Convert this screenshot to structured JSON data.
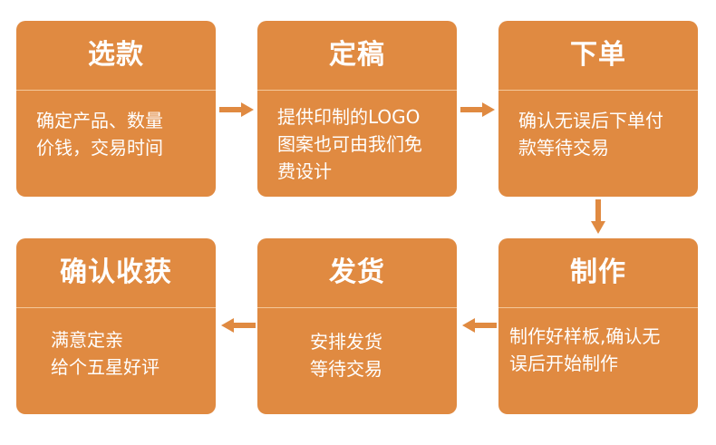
{
  "steps": [
    {
      "title": "选款",
      "desc": [
        "确定产品、数量",
        "价钱，交易时间"
      ]
    },
    {
      "title": "定稿",
      "desc": [
        "提供印制的LOGO",
        "图案也可由我们免",
        "费设计"
      ]
    },
    {
      "title": "下单",
      "desc": [
        "确认无误后下单付",
        "款等待交易"
      ]
    },
    {
      "title": "制作",
      "desc": [
        "制作好样板,确认无",
        "误后开始制作"
      ]
    },
    {
      "title": "发货",
      "desc": [
        "安排发货",
        "等待交易"
      ]
    },
    {
      "title": "确认收获",
      "desc": [
        "满意定亲",
        "给个五星好评"
      ]
    }
  ],
  "colors": {
    "card": "#e08a41",
    "arrow": "#e08a41"
  }
}
